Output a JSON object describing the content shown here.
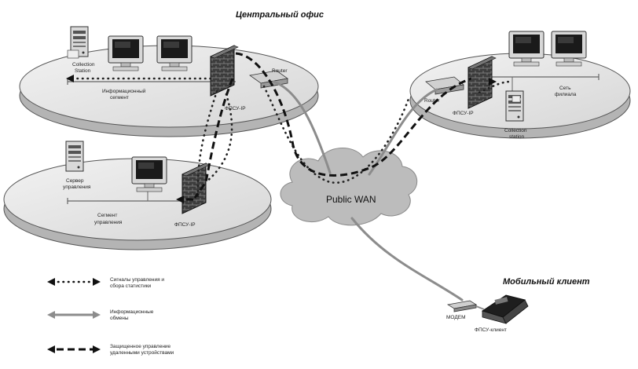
{
  "titles": {
    "central_office": "Центральный офис",
    "mobile_client": "Мобильный клиент"
  },
  "central": {
    "collection_station": [
      "Collection",
      "Station"
    ],
    "info_segment": [
      "Информационный",
      "сегмент"
    ],
    "router": "Router",
    "fpsu": "ФПСУ-IP"
  },
  "management": {
    "server": [
      "Сервер",
      "управления"
    ],
    "segment": [
      "Сегмент",
      "управления"
    ],
    "fpsu": "ФПСУ-IP"
  },
  "branch": {
    "router": "Router",
    "fpsu": "ФПСУ-IP",
    "network": [
      "Сеть",
      "филиала"
    ],
    "collection_station": [
      "Collection",
      "station"
    ]
  },
  "wan": {
    "label": "Public WAN"
  },
  "mobile": {
    "modem": "МОДЕМ",
    "client": "ФПСУ-клиент"
  },
  "legend": [
    {
      "type": "dotted",
      "text": [
        "Сигналы управления и",
        "сбора статистики"
      ]
    },
    {
      "type": "solid",
      "text": [
        "Информационные",
        "обмены"
      ]
    },
    {
      "type": "dashed",
      "text": [
        "Защищенное управление",
        "удаленными устройствами"
      ]
    }
  ],
  "colors": {
    "platform_top": "#e6e6e6",
    "platform_edge": "#b4b4b4",
    "cloud": "#bdbdbd",
    "info_line": "#8c8c8c",
    "firewall": "#4a4a4a"
  }
}
